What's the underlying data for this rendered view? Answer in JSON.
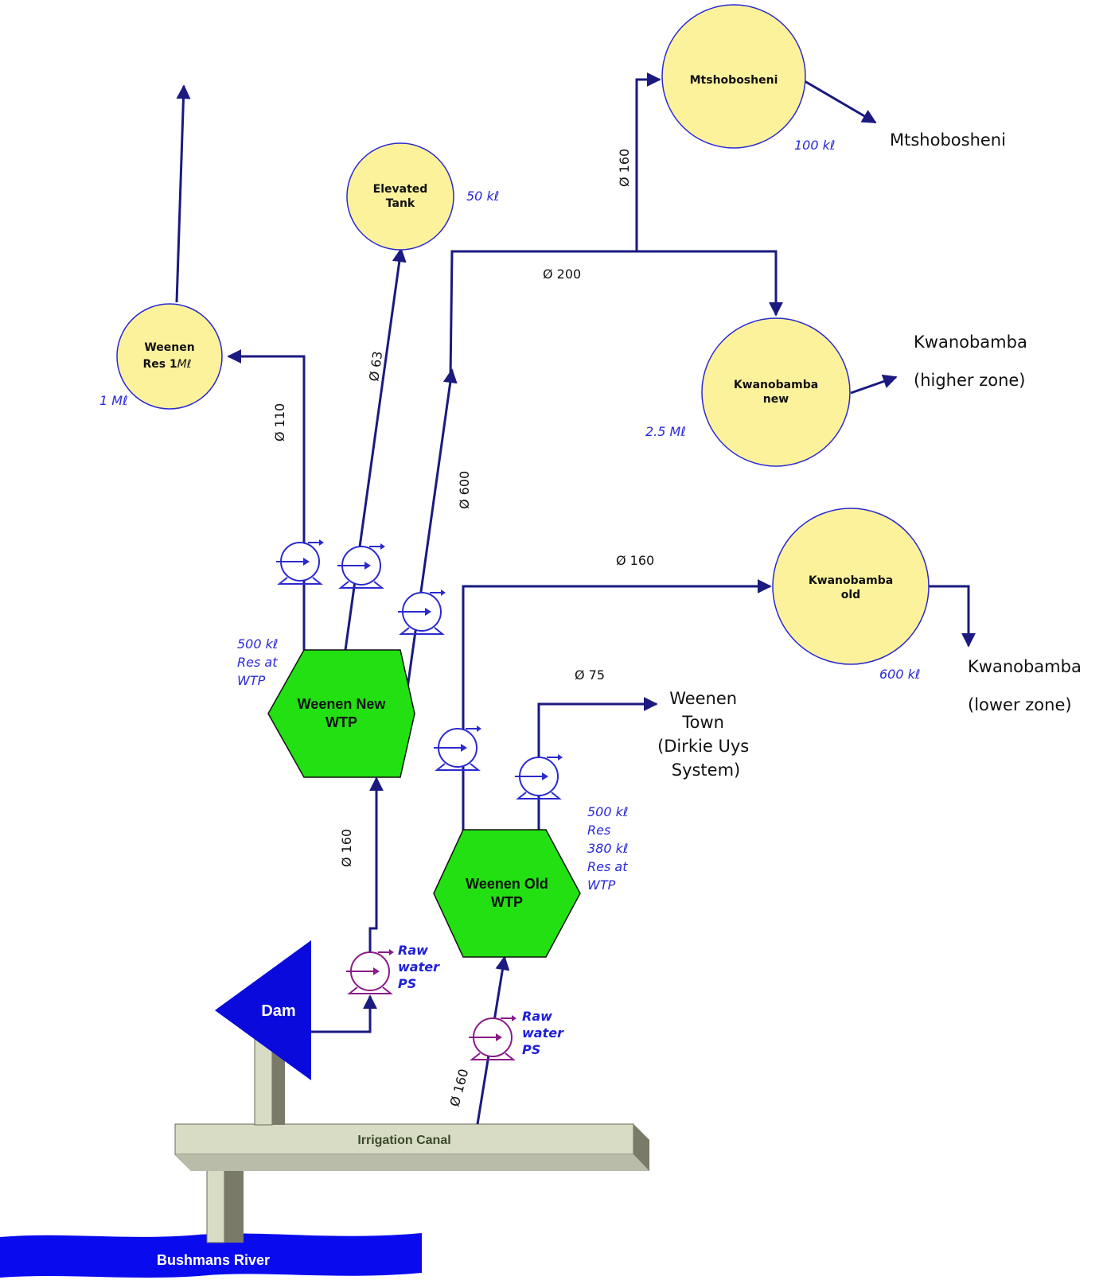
{
  "reservoirs": {
    "weenen_res": {
      "name_line1": "Weenen",
      "name_line2": "Res 1",
      "name_unit": "Mℓ",
      "capacity": "1 Mℓ"
    },
    "elevated_tank": {
      "name_line1": "Elevated",
      "name_line2": "Tank",
      "capacity": "50 kℓ"
    },
    "mtshobosheni": {
      "name": "Mtshobosheni",
      "capacity": "100 kℓ"
    },
    "kwanobamba_new": {
      "name_line1": "Kwanobamba",
      "name_line2": "new",
      "capacity": "2.5 Mℓ"
    },
    "kwanobamba_old": {
      "name_line1": "Kwanobamba",
      "name_line2": "old",
      "capacity": "600 kℓ"
    }
  },
  "wtps": {
    "new": {
      "line1": "Weenen New",
      "line2": "WTP",
      "note_lines": [
        "500 kℓ",
        "Res at",
        "WTP"
      ]
    },
    "old": {
      "line1": "Weenen Old",
      "line2": "WTP",
      "note_lines": [
        "500 kℓ",
        "Res",
        "380 kℓ",
        "Res at",
        "WTP"
      ]
    }
  },
  "pipes": {
    "d110": "Ø 110",
    "d63": "Ø 63",
    "d600": "Ø 600",
    "d200": "Ø 200",
    "d160_mtsho": "Ø 160",
    "d160_kwa_old": "Ø 160",
    "d75": "Ø 75",
    "d160_new_wtp": "Ø 160",
    "d160_old_wtp": "Ø 160"
  },
  "destinations": {
    "mtshobosheni": "Mtshobosheni",
    "kwanobamba_high": [
      "Kwanobamba",
      "(higher zone)"
    ],
    "kwanobamba_low": [
      "Kwanobamba",
      "(lower zone)"
    ],
    "weenen_town": [
      "Weenen",
      "Town",
      "(Dirkie Uys",
      "System)"
    ]
  },
  "raw_water_ps": [
    "Raw",
    "water",
    "PS"
  ],
  "sources": {
    "dam": "Dam",
    "canal": "Irrigation Canal",
    "river": "Bushmans River"
  },
  "colors": {
    "reservoir_fill": "#fdf29c",
    "wtp_fill": "#22e012",
    "pipe": "#1a1a80",
    "pump": "#2a2ad0",
    "raw_pump": "#8a1a8a",
    "dam": "#0a0adc",
    "river": "#0a0aee",
    "canal": "#d8dcc4"
  }
}
